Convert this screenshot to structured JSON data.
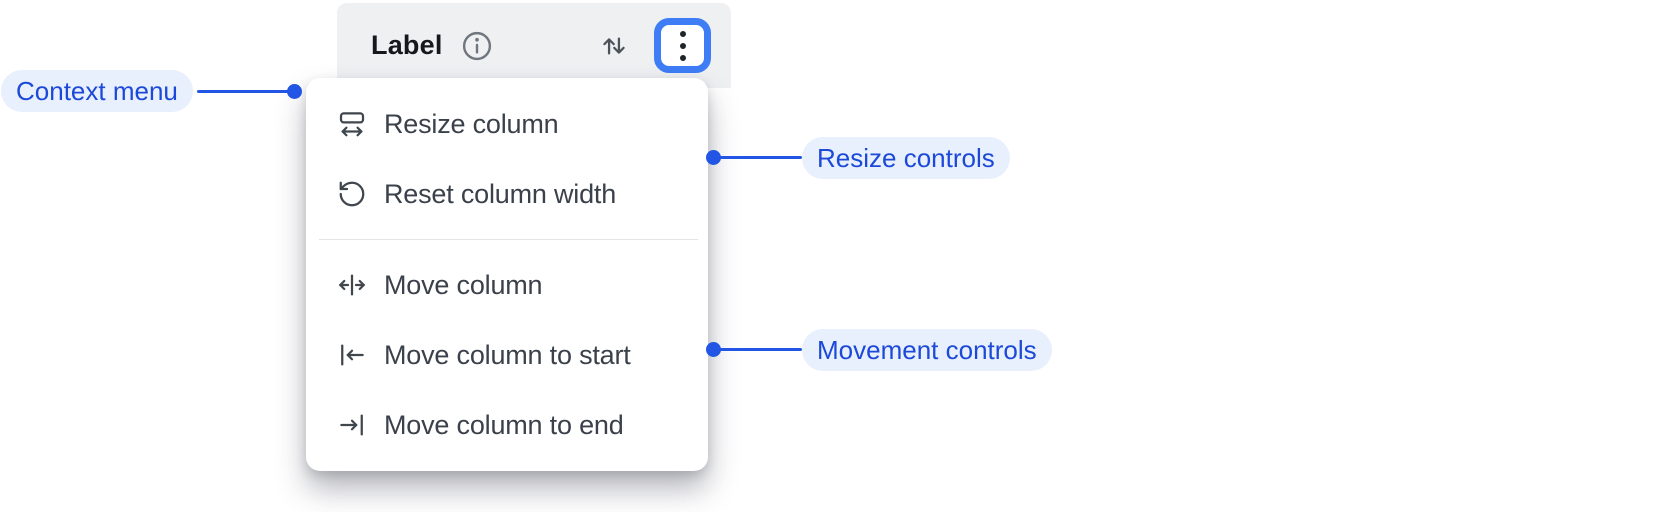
{
  "header": {
    "title": "Label"
  },
  "menu": {
    "items": [
      {
        "icon": "resize-column-icon",
        "label": "Resize column",
        "group": "resize"
      },
      {
        "icon": "reset-column-width-icon",
        "label": "Reset column width",
        "group": "resize"
      },
      {
        "icon": "move-column-icon",
        "label": "Move column",
        "group": "movement"
      },
      {
        "icon": "move-column-to-start-icon",
        "label": "Move column to start",
        "group": "movement"
      },
      {
        "icon": "move-column-to-end-icon",
        "label": "Move column to end",
        "group": "movement"
      }
    ]
  },
  "annotations": {
    "context_menu": {
      "label": "Context menu"
    },
    "resize_controls": {
      "label": "Resize controls"
    },
    "movement_controls": {
      "label": "Movement controls"
    }
  },
  "colors": {
    "accent_blue": "#2255e4",
    "focus_ring_blue": "#3e7df5",
    "pill_background": "#e8effd",
    "pill_text": "#1c49d8",
    "header_background": "#eef0f2",
    "menu_background": "#ffffff",
    "menu_text": "#3b414b",
    "header_text": "#15181d"
  }
}
